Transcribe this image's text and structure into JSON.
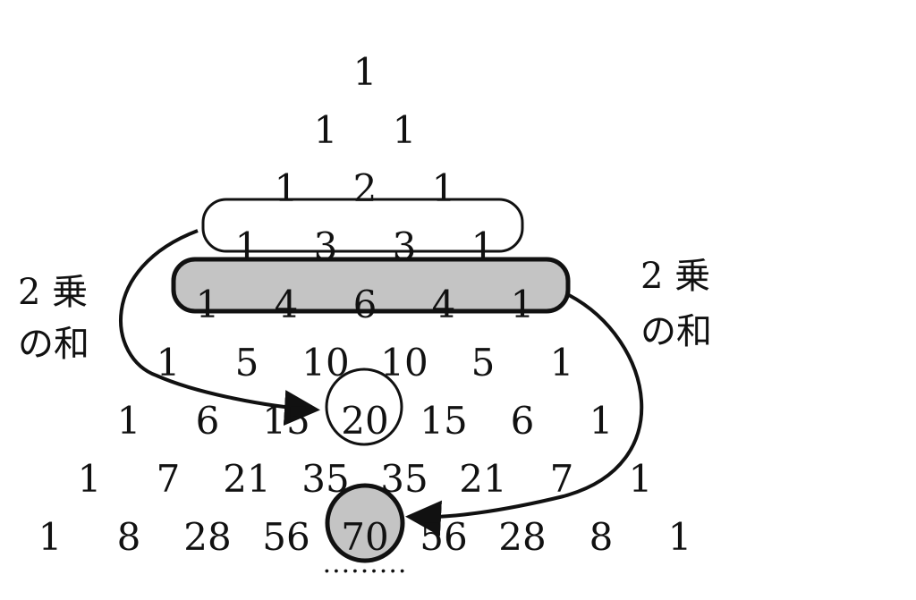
{
  "triangle_rows": [
    [
      "1"
    ],
    [
      "1",
      "1"
    ],
    [
      "1",
      "2",
      "1"
    ],
    [
      "1",
      "3",
      "3",
      "1"
    ],
    [
      "1",
      "4",
      "6",
      "4",
      "1"
    ],
    [
      "1",
      "5",
      "10",
      "10",
      "5",
      "1"
    ],
    [
      "1",
      "6",
      "15",
      "20",
      "15",
      "6",
      "1"
    ],
    [
      "1",
      "7",
      "21",
      "35",
      "35",
      "21",
      "7",
      "1"
    ],
    [
      "1",
      "8",
      "28",
      "56",
      "70",
      "56",
      "28",
      "8",
      "1"
    ]
  ],
  "left_label": {
    "line1": "2 乗",
    "line2": "の和"
  },
  "right_label": {
    "line1": "2 乗",
    "line2": "の和"
  },
  "continuation": ".........",
  "highlights": {
    "outlined_row": 3,
    "filled_row": 4,
    "outlined_circle": {
      "row": 6,
      "index": 3
    },
    "filled_circle": {
      "row": 8,
      "index": 4
    }
  },
  "colors": {
    "ink": "#111111",
    "fill_gray": "#c4c4c4",
    "background": "#ffffff"
  }
}
